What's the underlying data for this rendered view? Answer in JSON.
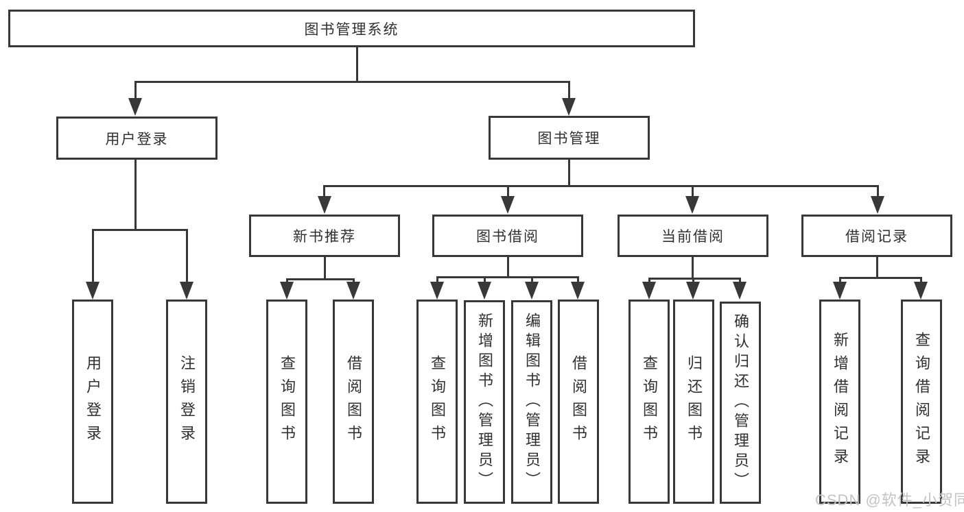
{
  "diagram": {
    "root": "图书管理系统",
    "branches": [
      {
        "label": "用户登录",
        "children": [
          "用户登录",
          "注销登录"
        ]
      },
      {
        "label": "图书管理",
        "sections": [
          {
            "label": "新书推荐",
            "children": [
              "查询图书",
              "借阅图书"
            ]
          },
          {
            "label": "图书借阅",
            "children": [
              "查询图书",
              "新增图书（管理员）",
              "编辑图书（管理员）",
              "借阅图书"
            ]
          },
          {
            "label": "当前借阅",
            "children": [
              "查询图书",
              "归还图书",
              "确认归还（管理员）"
            ]
          },
          {
            "label": "借阅记录",
            "children": [
              "新增借阅记录",
              "查询借阅记录"
            ]
          }
        ]
      }
    ]
  },
  "colors": {
    "line": "#383838",
    "text": "#303030",
    "watermark": "#c3c3c3",
    "background": "#ffffff"
  },
  "watermark": "CSDN @软件_小贺同学"
}
